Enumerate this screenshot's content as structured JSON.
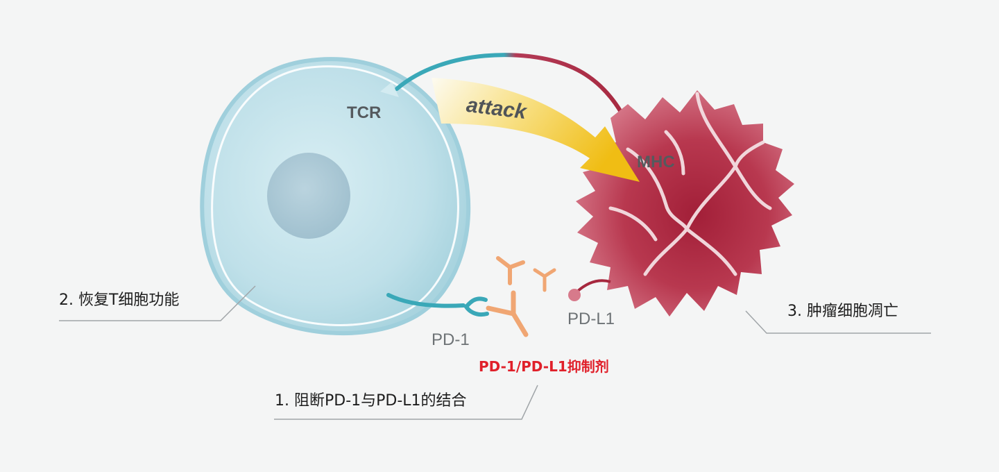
{
  "labels": {
    "tcr": "TCR",
    "attack": "attack",
    "mhc": "MHC",
    "pd1": "PD-1",
    "pdl1": "PD-L1",
    "inhibitor": "PD-1/PD-L1抑制剂"
  },
  "steps": {
    "block": "1. 阻断PD-1与PD-L1的结合",
    "restore": "2. 恢复T细胞功能",
    "apoptosis": "3. 肿瘤细胞凋亡"
  },
  "colors": {
    "background": "#f4f5f5",
    "t_cell_fill": "#bfe0e9",
    "t_cell_border": "#9fcfdc",
    "nucleus": "#9fbfd0",
    "receptor_teal": "#3aa8b8",
    "tumor_dark": "#a6283e",
    "tumor_light": "#d97d8d",
    "attack_arrow": "#f2c418",
    "antibody": "#f0a673",
    "inhibitor_text": "#e0202a"
  }
}
